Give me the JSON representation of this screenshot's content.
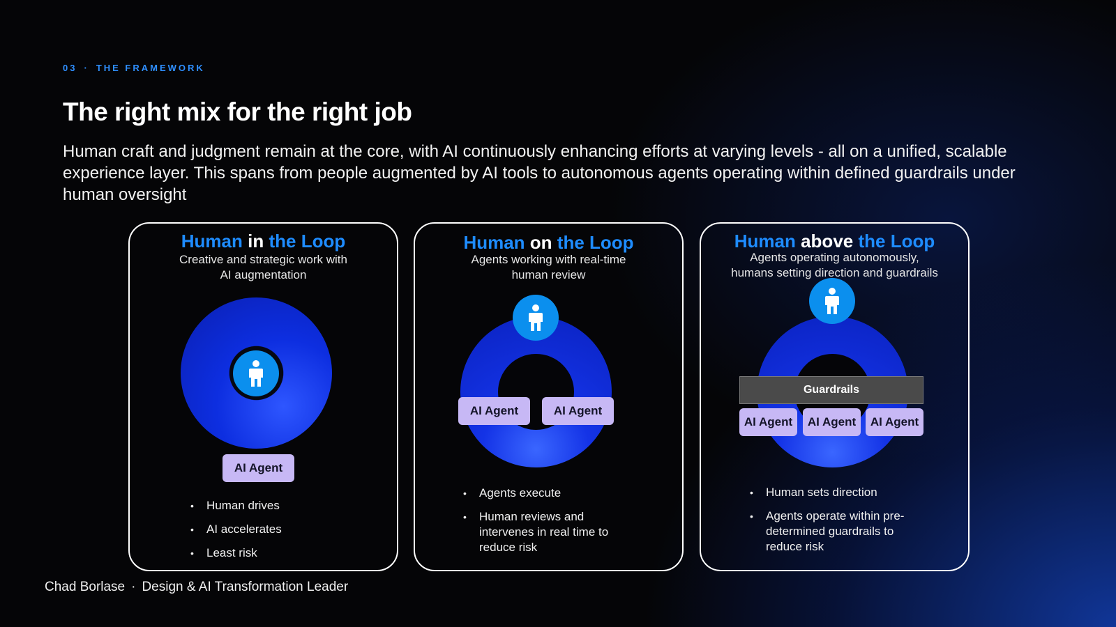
{
  "eyebrow": {
    "number": "03",
    "separator": "·",
    "label": "THE FRAMEWORK"
  },
  "title": "The right mix for the right job",
  "subtitle": "Human craft and judgment remain at the core, with AI continuously enhancing efforts at varying levels - all on a unified, scalable experience layer. This spans from people augmented by AI tools to autonomous agents operating within defined guardrails under human oversight",
  "colors": {
    "accent": "#1e8cff",
    "agent_chip": "#c7b8f5",
    "person_circle": "#0b8fee",
    "ring": "#0d2ee0"
  },
  "cards": [
    {
      "title_a": "Human",
      "title_b": "in",
      "title_c": "the Loop",
      "desc_line1": "Creative and strategic work with",
      "desc_line2": "AI augmentation",
      "icon": "person-icon",
      "agents": [
        "AI Agent"
      ],
      "bullets": [
        "Human drives",
        "AI accelerates",
        "Least risk"
      ]
    },
    {
      "title_a": "Human",
      "title_b": "on",
      "title_c": "the Loop",
      "desc_line1": "Agents working with real-time",
      "desc_line2": "human review",
      "icon": "person-icon",
      "agents": [
        "AI Agent",
        "AI Agent"
      ],
      "bullets": [
        "Agents execute",
        "Human reviews and intervenes in real time to reduce risk"
      ]
    },
    {
      "title_a": "Human",
      "title_b": "above",
      "title_c": "the Loop",
      "desc_line1": "Agents operating autonomously,",
      "desc_line2": "humans setting direction and guardrails",
      "icon": "person-icon",
      "guardrails": "Guardrails",
      "agents": [
        "AI Agent",
        "AI Agent",
        "AI Agent"
      ],
      "bullets": [
        "Human sets direction",
        "Agents operate within pre-determined guardrails to reduce risk"
      ]
    }
  ],
  "footer": {
    "name": "Chad Borlase",
    "separator": "·",
    "role": "Design & AI Transformation Leader"
  }
}
